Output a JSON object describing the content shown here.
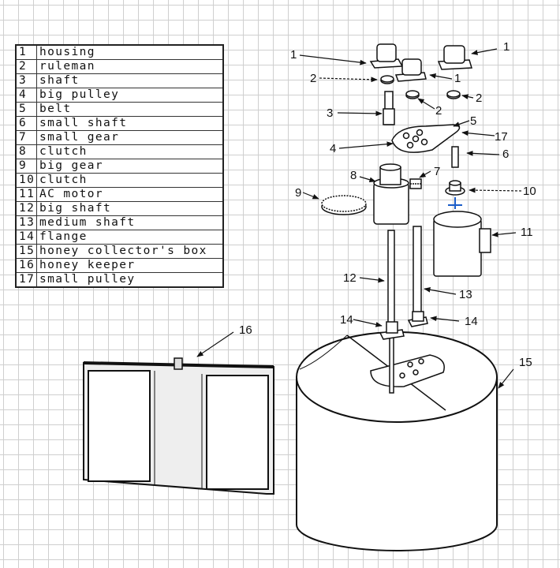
{
  "parts": [
    {
      "num": "1",
      "name": "housing"
    },
    {
      "num": "2",
      "name": "ruleman"
    },
    {
      "num": "3",
      "name": "shaft"
    },
    {
      "num": "4",
      "name": "big pulley"
    },
    {
      "num": "5",
      "name": "belt"
    },
    {
      "num": "6",
      "name": "small shaft"
    },
    {
      "num": "7",
      "name": "small gear"
    },
    {
      "num": "8",
      "name": "clutch"
    },
    {
      "num": "9",
      "name": "big gear"
    },
    {
      "num": "10",
      "name": "clutch"
    },
    {
      "num": "11",
      "name": "AC motor"
    },
    {
      "num": "12",
      "name": "big shaft"
    },
    {
      "num": "13",
      "name": "medium shaft"
    },
    {
      "num": "14",
      "name": "flange"
    },
    {
      "num": "15",
      "name": "honey collector's box"
    },
    {
      "num": "16",
      "name": "honey keeper"
    },
    {
      "num": "17",
      "name": "small pulley"
    }
  ],
  "callouts": {
    "housing_left": "1",
    "housing_right": "1",
    "housing_mid": "1",
    "ruleman_left": "2",
    "ruleman_mid": "2",
    "ruleman_right": "2",
    "shaft": "3",
    "big_pulley": "4",
    "belt": "5",
    "small_shaft": "6",
    "small_gear": "7",
    "clutch_8": "8",
    "big_gear": "9",
    "clutch_10": "10",
    "ac_motor": "11",
    "big_shaft": "12",
    "medium_shaft": "13",
    "flange_left": "14",
    "flange_right": "14",
    "collector_box": "15",
    "honey_keeper": "16",
    "small_pulley": "17"
  }
}
